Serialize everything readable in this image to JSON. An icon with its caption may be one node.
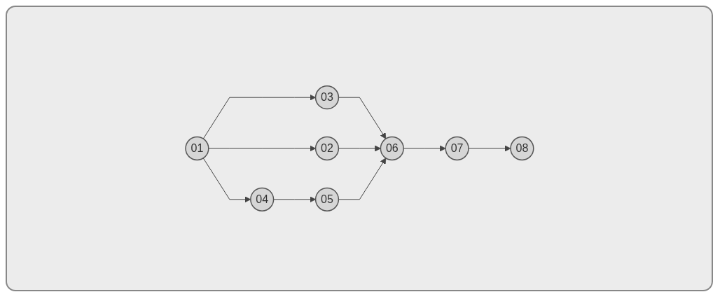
{
  "diagram": {
    "nodes": [
      {
        "text": [
          "01"
        ]
      },
      {
        "text": [
          "02"
        ]
      },
      {
        "text": [
          "03"
        ]
      },
      {
        "text": [
          "04"
        ]
      },
      {
        "text": [
          "05"
        ]
      },
      {
        "text": [
          "06"
        ]
      },
      {
        "text": [
          "07"
        ]
      },
      {
        "text": [
          "08"
        ]
      }
    ],
    "edges": [
      {
        "from": 0,
        "to": 2,
        "arrow": "to"
      },
      {
        "from": 0,
        "to": 1,
        "arrow": "to"
      },
      {
        "from": 0,
        "to": 3,
        "arrow": "to"
      },
      {
        "from": 2,
        "to": 5,
        "arrow": "to"
      },
      {
        "from": 1,
        "to": 5,
        "arrow": "to"
      },
      {
        "from": 3,
        "to": 4,
        "arrow": "to"
      },
      {
        "from": 4,
        "to": 5,
        "arrow": "to"
      },
      {
        "from": 5,
        "to": 6,
        "arrow": "to"
      },
      {
        "from": 6,
        "to": 7,
        "arrow": "to"
      }
    ]
  }
}
